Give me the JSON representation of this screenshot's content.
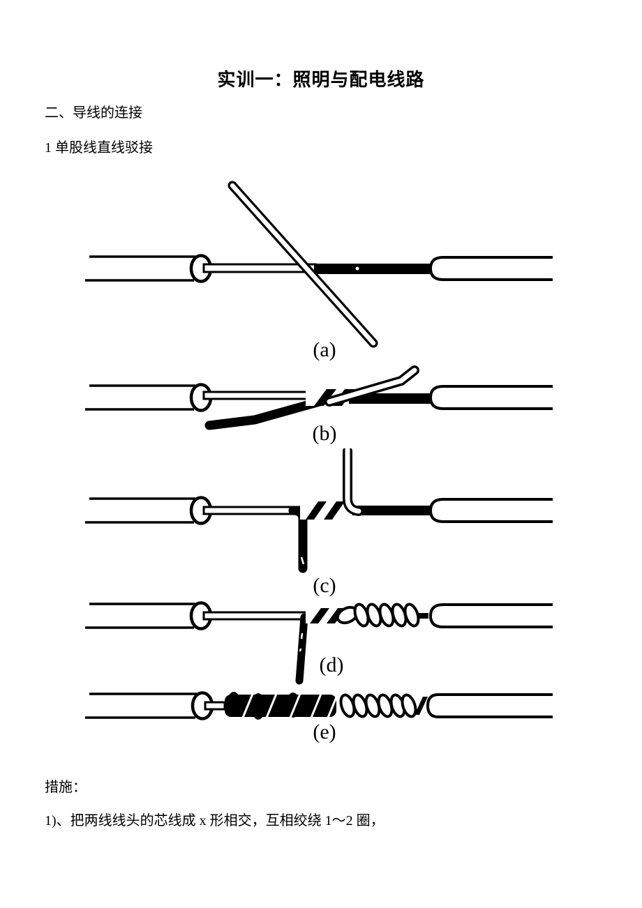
{
  "colors": {
    "ink": "#000000",
    "paper": "#ffffff"
  },
  "document": {
    "title": "实训一：照明与配电线路",
    "section_heading": "二、导线的连接",
    "subsection_heading": "1 单股线直线驳接",
    "figure_labels": [
      "(a)",
      "(b)",
      "(c)",
      "(d)",
      "(e)"
    ],
    "measures_heading": "措施：",
    "steps": [
      "1)、把两线线头的芯线成 x 形相交，互相绞绕 1～2 圈，"
    ]
  }
}
